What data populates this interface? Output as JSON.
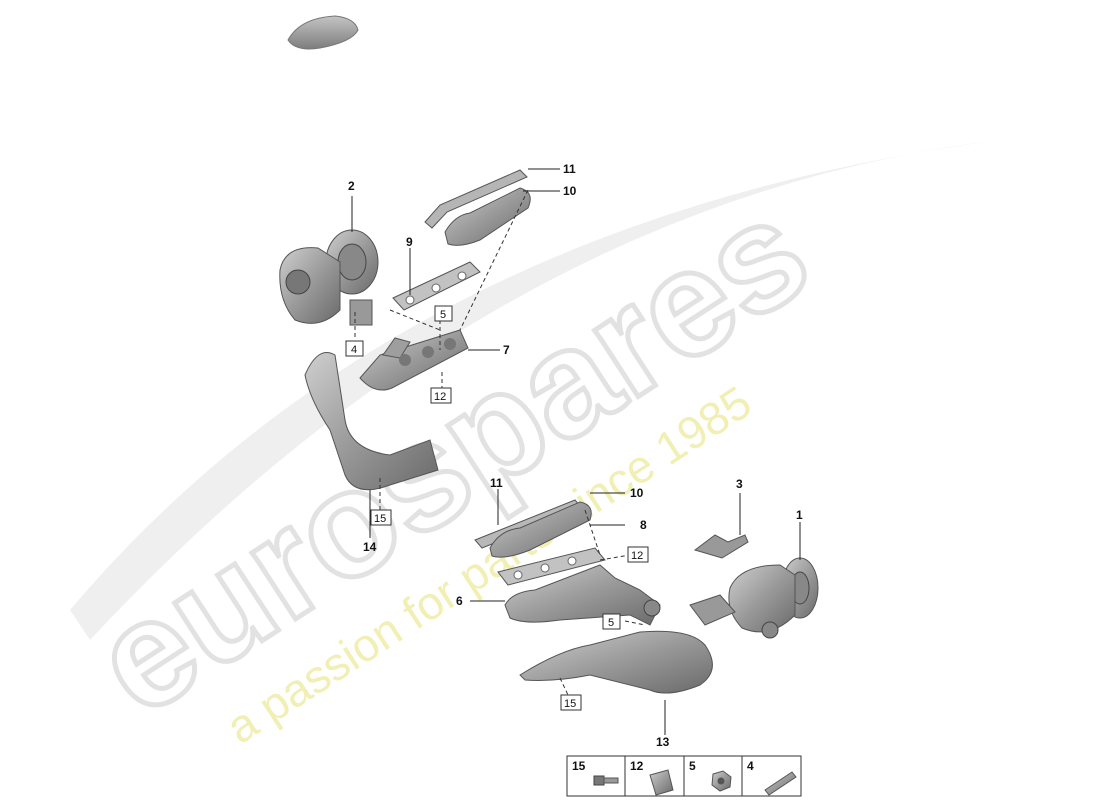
{
  "watermark": {
    "brand": "eurospares",
    "tagline": "a passion for parts since 1985"
  },
  "callouts": {
    "c1": "1",
    "c2": "2",
    "c3": "3",
    "c6": "6",
    "c7": "7",
    "c8": "8",
    "c9": "9",
    "c10a": "10",
    "c10b": "10",
    "c11a": "11",
    "c11b": "11",
    "c13": "13",
    "c14": "14"
  },
  "boxed_refs": {
    "b4": "4",
    "b5a": "5",
    "b12a": "12",
    "b15a": "15",
    "b12b": "12",
    "b5b": "5",
    "b15b": "15"
  },
  "legend": [
    {
      "num": "15",
      "icon": "bolt-icon"
    },
    {
      "num": "12",
      "icon": "sleeve-icon"
    },
    {
      "num": "5",
      "icon": "nut-icon"
    },
    {
      "num": "4",
      "icon": "stud-icon"
    }
  ],
  "colors": {
    "part_fill": "#a9a9a9",
    "part_dark": "#6f6f6f",
    "watermark_grey": "#e6e6e6",
    "watermark_yellow": "#f2f0b8"
  }
}
